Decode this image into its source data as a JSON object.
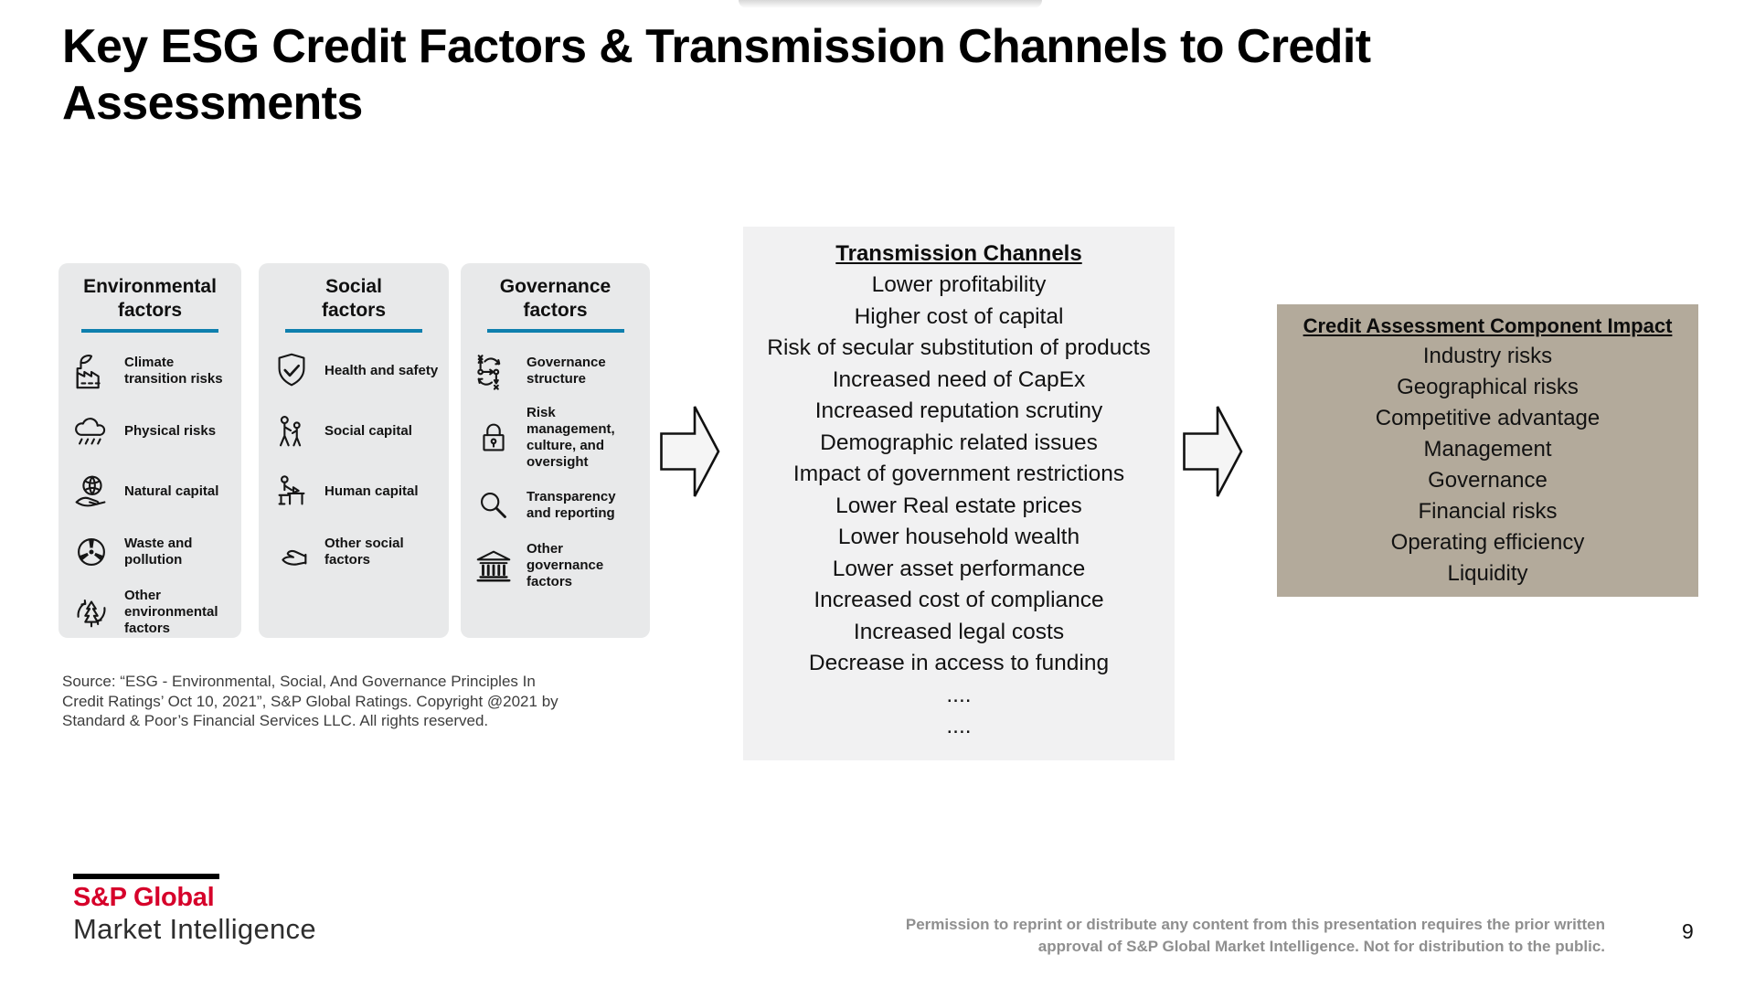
{
  "title": "Key ESG Credit Factors & Transmission Channels to Credit Assessments",
  "factor_groups": [
    {
      "title": "Environmental\nfactors",
      "items": [
        {
          "icon": "factory-leaf-icon",
          "label": "Climate transition risks"
        },
        {
          "icon": "rain-cloud-icon",
          "label": "Physical risks"
        },
        {
          "icon": "globe-hand-icon",
          "label": "Natural capital"
        },
        {
          "icon": "radiation-icon",
          "label": "Waste and pollution"
        },
        {
          "icon": "tree-recycle-icon",
          "label": "Other environmental factors"
        }
      ]
    },
    {
      "title": "Social\nfactors",
      "items": [
        {
          "icon": "shield-check-icon",
          "label": "Health and safety"
        },
        {
          "icon": "people-icon",
          "label": "Social capital"
        },
        {
          "icon": "person-desk-icon",
          "label": "Human capital"
        },
        {
          "icon": "giving-hand-icon",
          "label": "Other social factors"
        }
      ]
    },
    {
      "title": "Governance\nfactors",
      "items": [
        {
          "icon": "org-structure-icon",
          "label": "Governance structure"
        },
        {
          "icon": "padlock-icon",
          "label": "Risk management, culture, and oversight"
        },
        {
          "icon": "magnifier-icon",
          "label": "Transparency and reporting"
        },
        {
          "icon": "bank-icon",
          "label": "Other governance factors"
        }
      ]
    }
  ],
  "transmission": {
    "title": "Transmission Channels",
    "items": [
      "Lower profitability",
      "Higher cost of capital",
      "Risk of secular substitution of products",
      "Increased need of CapEx",
      "Increased reputation scrutiny",
      "Demographic related issues",
      "Impact of government restrictions",
      "Lower Real estate prices",
      "Lower household wealth",
      "Lower asset performance",
      "Increased cost of compliance",
      "Increased legal costs",
      "Decrease in access to funding",
      "....",
      "...."
    ]
  },
  "credit_assessment": {
    "title": "Credit Assessment Component Impact",
    "items": [
      "Industry risks",
      "Geographical risks",
      "Competitive advantage",
      "Management",
      "Governance",
      "Financial risks",
      "Operating efficiency",
      "Liquidity"
    ]
  },
  "source_note": "Source: “ESG - Environmental, Social, And Governance Principles In\nCredit Ratings’ Oct 10, 2021”, S&P Global Ratings. Copyright @2021 by\nStandard & Poor’s Financial Services LLC. All rights reserved.",
  "logo": {
    "brand": "S&P Global",
    "division": "Market Intelligence"
  },
  "footer": {
    "permission": "Permission to reprint or distribute any content from this presentation requires the prior written\napproval of S&P Global Market Intelligence. Not for distribution to the public.",
    "page_number": "9"
  },
  "colors": {
    "accent_blue": "#0e7fae",
    "brand_red": "#d6002a",
    "factor_box_bg": "#e8e9ea",
    "transmission_box_bg": "#f1f1f2",
    "credit_box_bg": "#b3aa9b"
  }
}
